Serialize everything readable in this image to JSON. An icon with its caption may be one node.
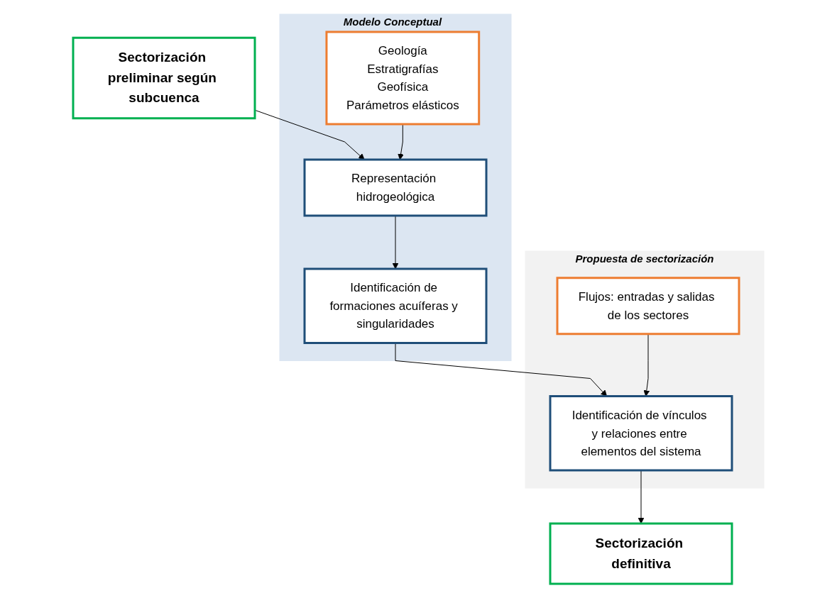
{
  "diagram": {
    "nodes": [
      {
        "text": [
          "Sectorización preliminar según subcuenca"
        ]
      },
      {
        "text": [
          "Modelo Conceptual"
        ]
      },
      {
        "text": [
          "Representación hidrogeológica"
        ],
        "in": 1
      },
      {
        "text": [
          "Identificación de formaciones acuíferas y singularidades"
        ],
        "in": 1
      },
      {
        "text": [
          "Geología",
          "Estratigrafías",
          "Geofísica",
          "Parámetros elásticos"
        ],
        "in": 1
      },
      {
        "text": [
          "Propuesta de sectorización"
        ]
      },
      {
        "text": [
          "Identificación de vínculos y relaciones entre elementos del sistema"
        ],
        "in": 5
      },
      {
        "text": [
          "Flujos: entradas y salidas de los sectores"
        ],
        "in": 5
      },
      {
        "text": [
          "Sectorización definitiva"
        ]
      }
    ],
    "edges": [
      {
        "from": 0,
        "to": 2,
        "arrow": "to"
      },
      {
        "from": 4,
        "to": 2,
        "arrow": "to"
      },
      {
        "from": 2,
        "to": 3,
        "arrow": "to"
      },
      {
        "from": 3,
        "to": 6,
        "arrow": "to"
      },
      {
        "from": 7,
        "to": 6,
        "arrow": "to"
      },
      {
        "from": 6,
        "to": 8,
        "arrow": "to"
      }
    ]
  }
}
